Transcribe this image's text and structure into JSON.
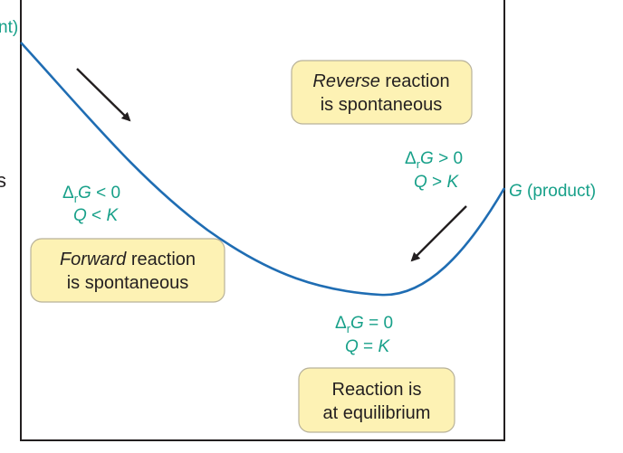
{
  "left_axis_label_fragment": "nt)",
  "left_text_fragment": "s",
  "right_curve_label": {
    "g": "G",
    "rest": " (product)"
  },
  "curve_color": "#1f6db3",
  "label_color": "#17a089",
  "box_fill": "#fdf2b4",
  "arrow_icon": "arrow-icon",
  "forward_condition": {
    "delta": "Δ",
    "sub": "r",
    "g": "G",
    "rel": " < 0",
    "q": "Q",
    "q_rel": " < ",
    "k": "K"
  },
  "reverse_condition": {
    "delta": "Δ",
    "sub": "r",
    "g": "G",
    "rel": " > 0",
    "q": "Q",
    "q_rel": " > ",
    "k": "K"
  },
  "equilibrium_condition": {
    "delta": "Δ",
    "sub": "r",
    "g": "G",
    "rel": " = 0",
    "q": "Q",
    "q_rel": " = ",
    "k": "K"
  },
  "forward_box": {
    "line1_em": "Forward",
    "line1_rest": " reaction",
    "line2": "is spontaneous"
  },
  "reverse_box": {
    "line1_em": "Reverse",
    "line1_rest": " reaction",
    "line2": "is spontaneous"
  },
  "equilibrium_box": {
    "line1": "Reaction is",
    "line2": "at equilibrium"
  }
}
